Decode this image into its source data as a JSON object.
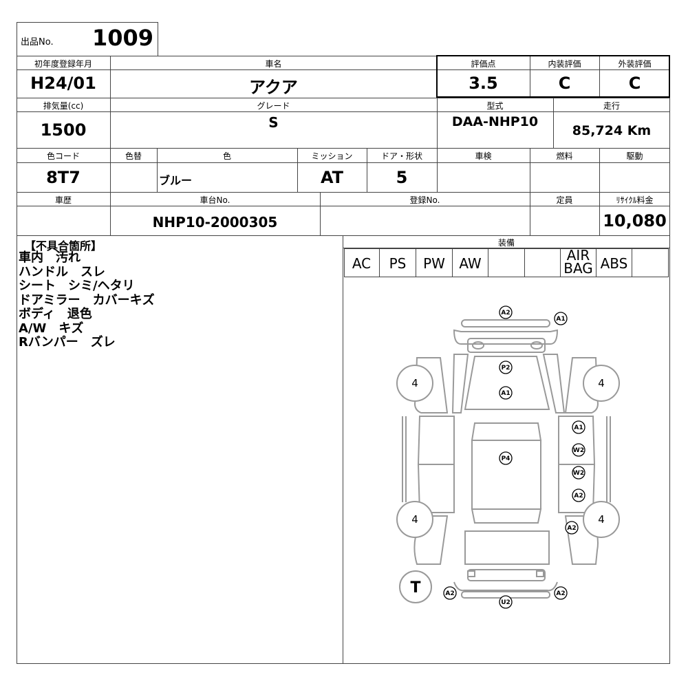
{
  "listing": {
    "lot_label": "出品No.",
    "lot_number": "1009"
  },
  "row1": {
    "first_reg_label": "初年度登録年月",
    "first_reg": "H24/01",
    "car_name_label": "車名",
    "car_name": "アクア",
    "score_label": "評価点",
    "score": "3.5",
    "interior_label": "内装評価",
    "interior": "C",
    "exterior_label": "外装評価",
    "exterior": "C"
  },
  "row2": {
    "displacement_label": "排気量(cc)",
    "displacement": "1500",
    "grade_label": "グレード",
    "grade": "S",
    "model_label": "型式",
    "model": "DAA-NHP10",
    "mileage_label": "走行",
    "mileage": "85,724 Km"
  },
  "row3": {
    "color_code_label": "色コード",
    "color_code": "8T7",
    "repaint_label": "色替",
    "repaint": "",
    "color_label": "色",
    "color": "ブルー",
    "transmission_label": "ミッション",
    "transmission": "AT",
    "doors_label": "ドア・形状",
    "doors": "5",
    "inspection_label": "車検",
    "inspection": "",
    "fuel_label": "燃料",
    "fuel": "",
    "drive_label": "駆動",
    "drive": ""
  },
  "row4": {
    "history_label": "車歴",
    "history": "",
    "chassis_label": "車台No.",
    "chassis": "NHP10-2000305",
    "registration_label": "登録No.",
    "registration": "",
    "capacity_label": "定員",
    "capacity": "",
    "recycle_label": "ﾘｻｲｸﾙ料金",
    "recycle": "10,080"
  },
  "defects": {
    "title": "【不具合箇所】",
    "items": [
      "車内　汚れ",
      "ハンドル　スレ",
      "シート　シミ/ヘタリ",
      "ドアミラー　カバーキズ",
      "ボディ　退色",
      "A/W　キズ",
      "Rバンパー　ズレ"
    ]
  },
  "equipment": {
    "title": "装備",
    "items": [
      "AC",
      "PS",
      "PW",
      "AW",
      "",
      "",
      "AIR\nBAG",
      "ABS",
      ""
    ]
  },
  "diagram": {
    "marks": [
      "A2",
      "A1",
      "P2",
      "A1",
      "P4",
      "A1",
      "W2",
      "W2",
      "A2",
      "A2",
      "A2",
      "A2",
      "U2"
    ],
    "tire_marks": [
      "4",
      "4",
      "4",
      "4"
    ],
    "spare": "T"
  }
}
